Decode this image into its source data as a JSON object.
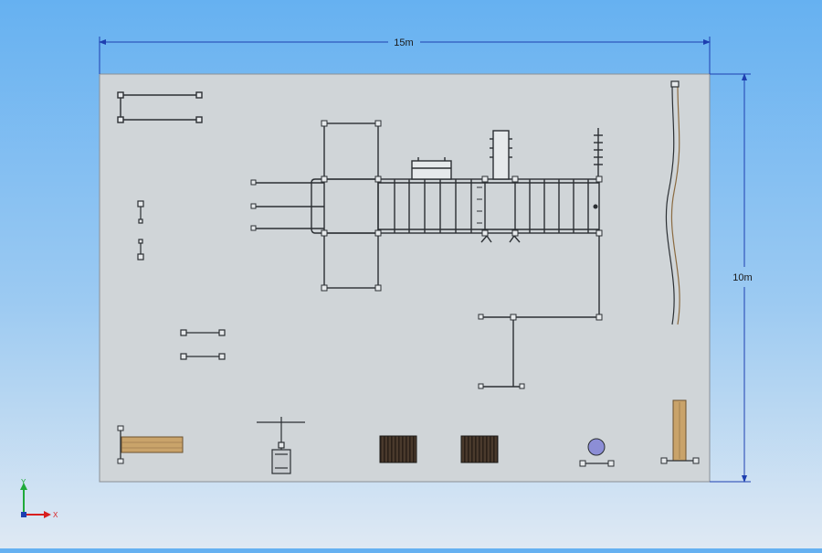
{
  "drawing": {
    "dimensions": {
      "width_label": "15m",
      "height_label": "10m"
    },
    "axes": {
      "x_label": "X",
      "y_label": "Y",
      "x_color": "#d81e1e",
      "y_color": "#1faa3a"
    },
    "colors": {
      "plot_area": "#d0d5d8",
      "line": "#2b2f33",
      "wood": "#c9a36a",
      "dark_deck": "#4a3a2c",
      "disc": "#8c8ed6",
      "dimension": "#1e3fb0"
    }
  }
}
